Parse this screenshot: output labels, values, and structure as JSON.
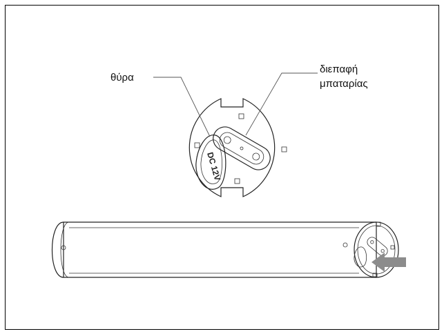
{
  "labels": {
    "door": "θύρα",
    "battery_interface_line1": "διεπαφή",
    "battery_interface_line2": "μπαταρίας"
  },
  "door_marking": "DC 12V",
  "colors": {
    "line": "#222222",
    "arrow": "#8c8c8c",
    "frame": "#000000",
    "background": "#ffffff"
  }
}
